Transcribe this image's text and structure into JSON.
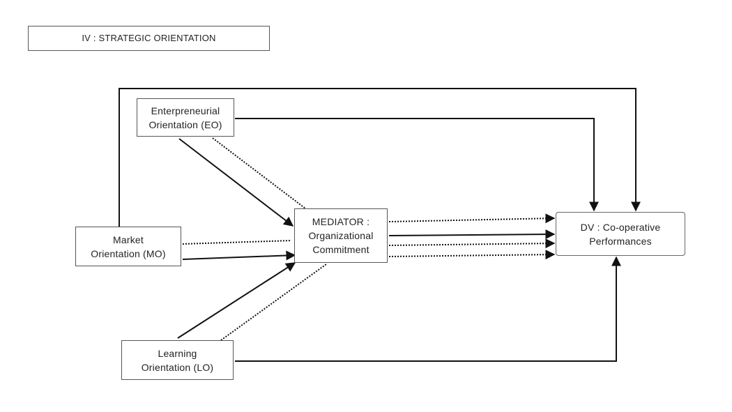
{
  "header": {
    "label": "IV : STRATEGIC ORIENTATION"
  },
  "nodes": {
    "eo": {
      "line1": "Enterpreneurial",
      "line2": "Orientation (EO)"
    },
    "mo": {
      "line1": "Market",
      "line2": "Orientation (MO)"
    },
    "lo": {
      "line1": "Learning",
      "line2": "Orientation (LO)"
    },
    "mediator": {
      "line1": "MEDIATOR :",
      "line2": "Organizational",
      "line3": "Commitment"
    },
    "dv": {
      "line1": "DV : Co-operative",
      "line2": "Performances"
    }
  },
  "colors": {
    "line": "#111111",
    "border": "#555555"
  }
}
